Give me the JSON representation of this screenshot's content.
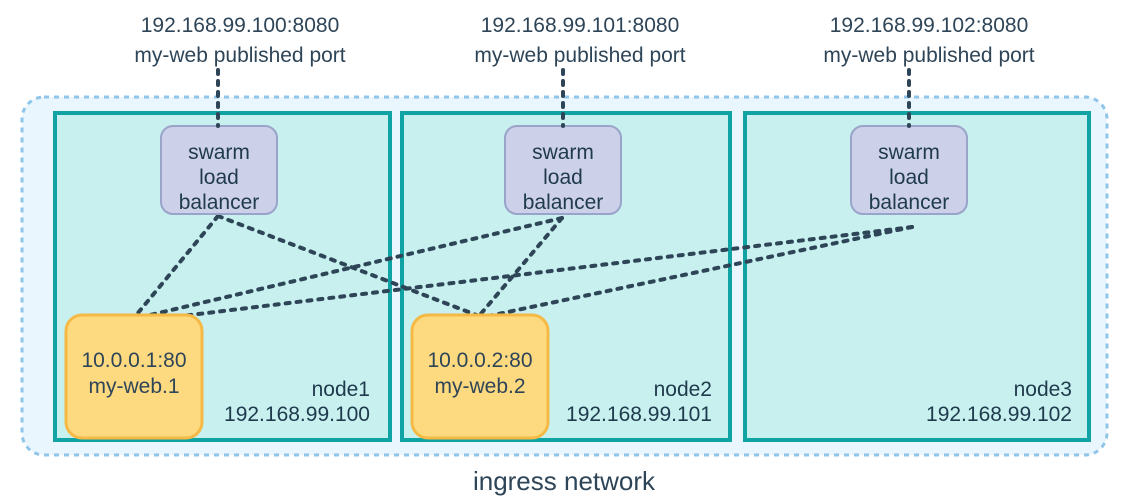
{
  "diagram": {
    "title": "docker-swarm-ingress-network",
    "ingress": {
      "label": "ingress network",
      "fill": "#eaf6fd",
      "border": "#8ec5e8"
    },
    "colors": {
      "node_fill": "#c7f0ee",
      "node_border": "#0fa3a3",
      "lb_fill": "#ccd0e8",
      "lb_border": "#9aa3c9",
      "task_fill": "#fdd980",
      "task_border": "#f5b945",
      "text": "#2e4558",
      "connector": "#2e4558"
    },
    "published_ports": [
      {
        "address": "192.168.99.100:8080",
        "desc": "my-web published port"
      },
      {
        "address": "192.168.99.101:8080",
        "desc": "my-web published port"
      },
      {
        "address": "192.168.99.102:8080",
        "desc": "my-web published port"
      }
    ],
    "load_balancers": [
      {
        "line1": "swarm",
        "line2": "load",
        "line3": "balancer"
      },
      {
        "line1": "swarm",
        "line2": "load",
        "line3": "balancer"
      },
      {
        "line1": "swarm",
        "line2": "load",
        "line3": "balancer"
      }
    ],
    "nodes": [
      {
        "name": "node1",
        "ip": "192.168.99.100"
      },
      {
        "name": "node2",
        "ip": "192.168.99.101"
      },
      {
        "name": "node3",
        "ip": "192.168.99.102"
      }
    ],
    "tasks": [
      {
        "address": "10.0.0.1:80",
        "name": "my-web.1"
      },
      {
        "address": "10.0.0.2:80",
        "name": "my-web.2"
      }
    ]
  }
}
